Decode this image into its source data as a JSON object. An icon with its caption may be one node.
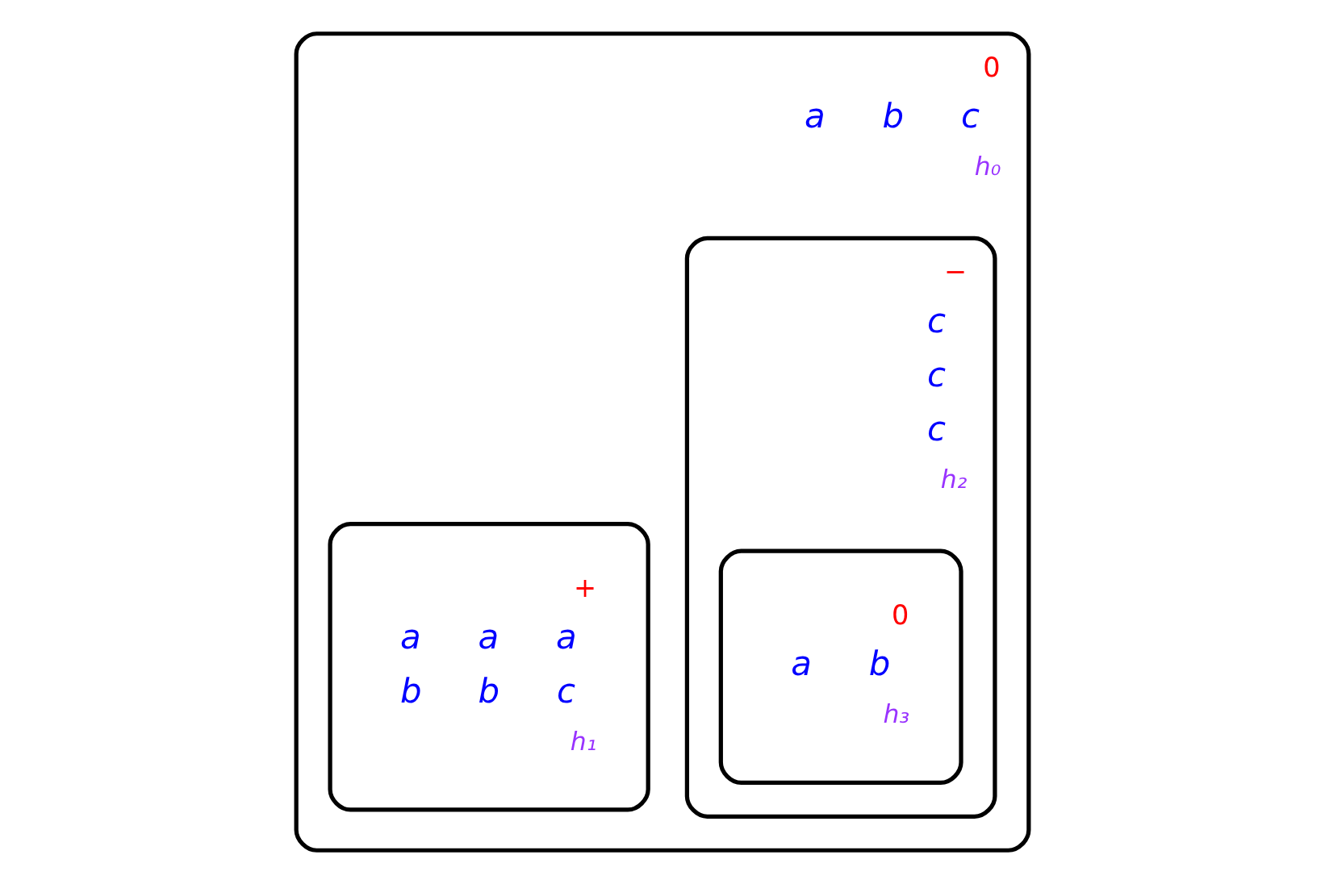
{
  "diagram": {
    "nodes": [
      {
        "text": [
          "0",
          "a",
          "b",
          "c",
          "h₀"
        ]
      },
      {
        "text": [
          "+",
          "a",
          "a",
          "a",
          "b",
          "b",
          "c",
          "h₁"
        ],
        "in": 0
      },
      {
        "text": [
          "−",
          "c",
          "c",
          "c",
          "h₂"
        ],
        "in": 0
      },
      {
        "text": [
          "0",
          "a",
          "b",
          "h₃"
        ],
        "in": 2
      }
    ]
  }
}
